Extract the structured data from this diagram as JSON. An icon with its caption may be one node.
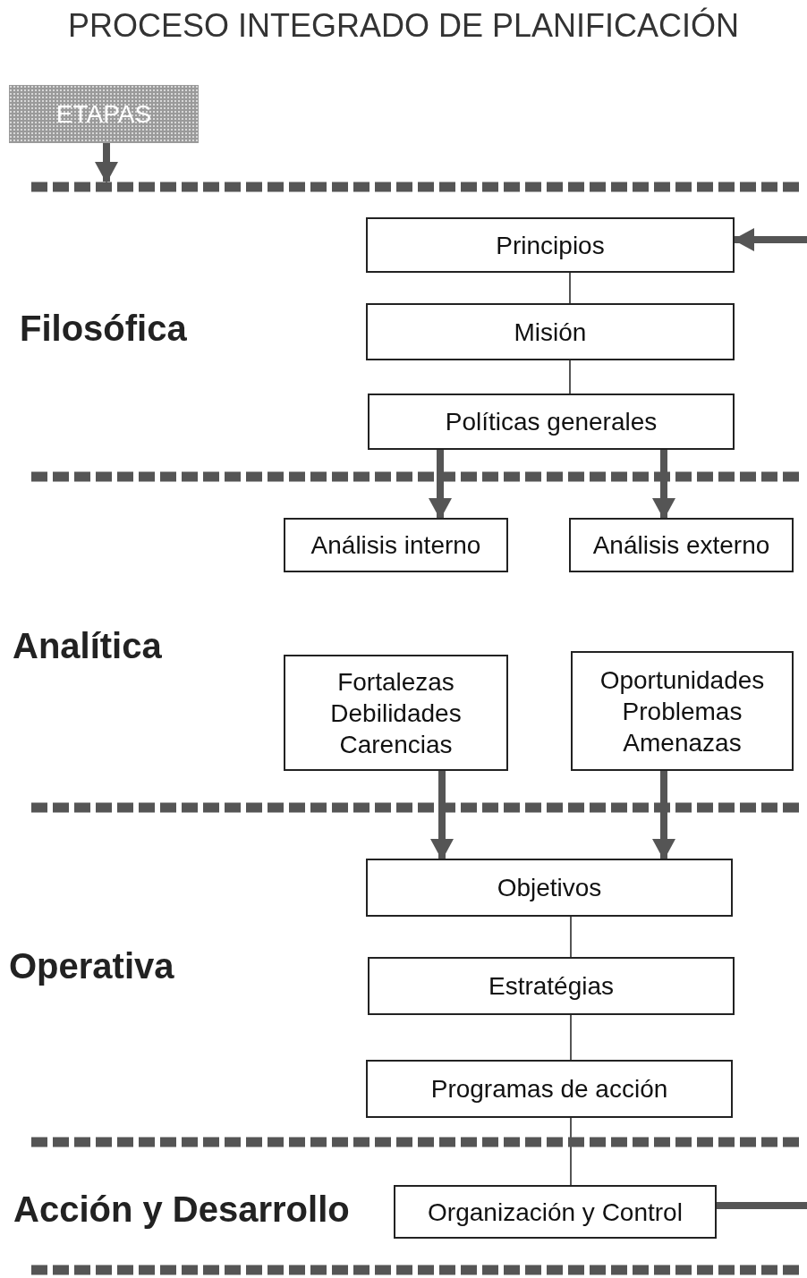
{
  "diagram": {
    "title": "PROCESO INTEGRADO DE PLANIFICACIÓN",
    "nodes": [
      {
        "text": [
          "ETAPAS"
        ]
      },
      {
        "text": [
          "Principios"
        ]
      },
      {
        "text": [
          "Misión"
        ]
      },
      {
        "text": [
          "Políticas generales"
        ]
      },
      {
        "text": [
          "Análisis interno"
        ]
      },
      {
        "text": [
          "Análisis externo"
        ]
      },
      {
        "text": [
          "Fortalezas Debilidades Carencias"
        ]
      },
      {
        "text": [
          "Oportunidades Problemas Amenazas"
        ]
      },
      {
        "text": [
          "Objetivos"
        ]
      },
      {
        "text": [
          "Estratégias"
        ]
      },
      {
        "text": [
          "Programas de acción"
        ]
      },
      {
        "text": [
          "Organización y Control"
        ]
      }
    ],
    "edges": [
      {
        "from": 0,
        "to": null,
        "arrow": "to"
      },
      {
        "from": null,
        "to": 1,
        "arrow": "to"
      },
      {
        "from": 1,
        "to": 2,
        "arrow": "none"
      },
      {
        "from": 2,
        "to": 3,
        "arrow": "none"
      },
      {
        "from": 3,
        "to": 4,
        "arrow": "to"
      },
      {
        "from": 3,
        "to": 5,
        "arrow": "to"
      },
      {
        "from": 6,
        "to": 8,
        "arrow": "to"
      },
      {
        "from": 7,
        "to": 8,
        "arrow": "to"
      },
      {
        "from": 8,
        "to": 9,
        "arrow": "none"
      },
      {
        "from": 9,
        "to": 10,
        "arrow": "none"
      },
      {
        "from": 10,
        "to": 11,
        "arrow": "none"
      },
      {
        "from": 11,
        "to": null,
        "arrow": "none"
      }
    ],
    "labels": [
      "Filosófica",
      "Analítica",
      "Operativa",
      "Acción y Desarrollo"
    ]
  }
}
